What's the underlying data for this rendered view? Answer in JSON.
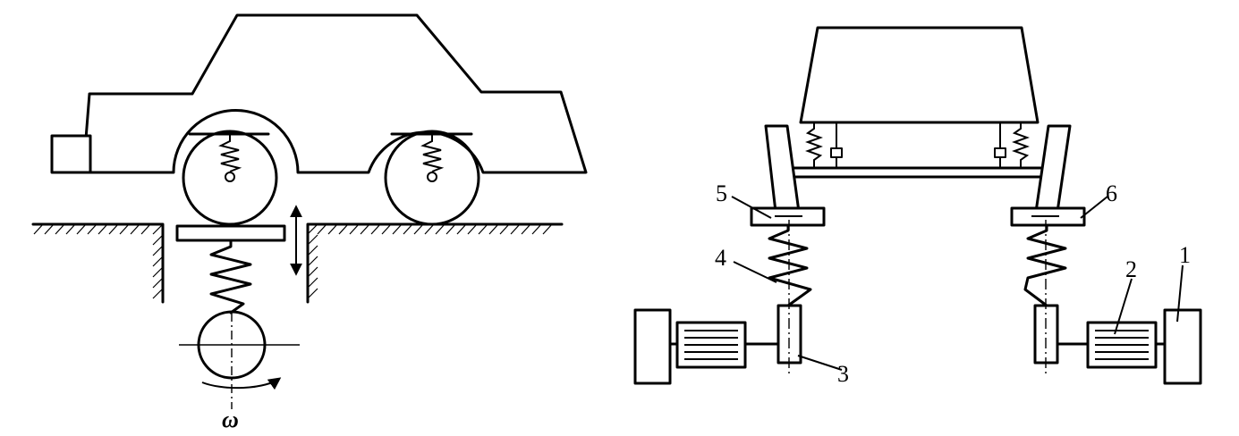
{
  "left_figure": {
    "rotation_symbol": "ω"
  },
  "right_figure": {
    "callouts": [
      "1",
      "2",
      "3",
      "4",
      "5",
      "6"
    ]
  }
}
